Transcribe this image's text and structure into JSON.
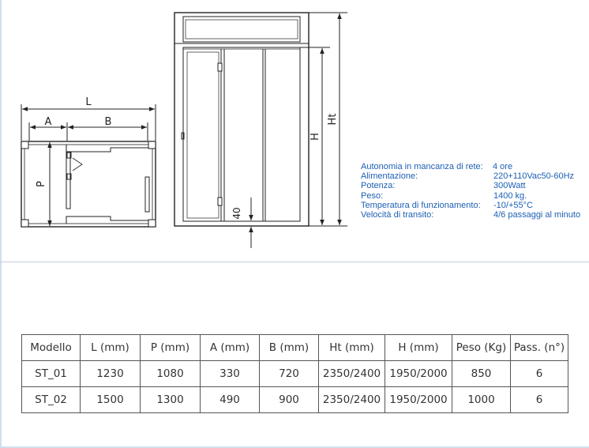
{
  "drawing": {
    "plan": {
      "label_L": "L",
      "label_A": "A",
      "label_B": "B",
      "label_P": "P"
    },
    "elevation": {
      "label_Ht": "Ht",
      "label_H": "H",
      "label_40": "40"
    }
  },
  "specs": [
    {
      "label": "Autonomia in mancanza di rete:",
      "value": "4 ore"
    },
    {
      "label": "Alimentazione:",
      "value": "220+110Vac50-60Hz"
    },
    {
      "label": "Potenza:",
      "value": "300Watt"
    },
    {
      "label": "Peso:",
      "value": "1400 kg."
    },
    {
      "label": "Temperatura di funzionamento:",
      "value": "-10/+55°C"
    },
    {
      "label": "Velocità di transito:",
      "value": "4/6 passaggi al minuto"
    }
  ],
  "table": {
    "headers": [
      "Modello",
      "L (mm)",
      "P (mm)",
      "A (mm)",
      "B (mm)",
      "Ht (mm)",
      "H (mm)",
      "Peso (Kg)",
      "Pass. (n°)"
    ],
    "rows": [
      [
        "ST_01",
        "1230",
        "1080",
        "330",
        "720",
        "2350/2400",
        "1950/2000",
        "850",
        "6"
      ],
      [
        "ST_02",
        "1500",
        "1300",
        "490",
        "900",
        "2350/2400",
        "1950/2000",
        "1000",
        "6"
      ]
    ]
  },
  "colors": {
    "spec_text": "#1d5fb4",
    "line": "#222222",
    "divider": "#c5d1db"
  }
}
